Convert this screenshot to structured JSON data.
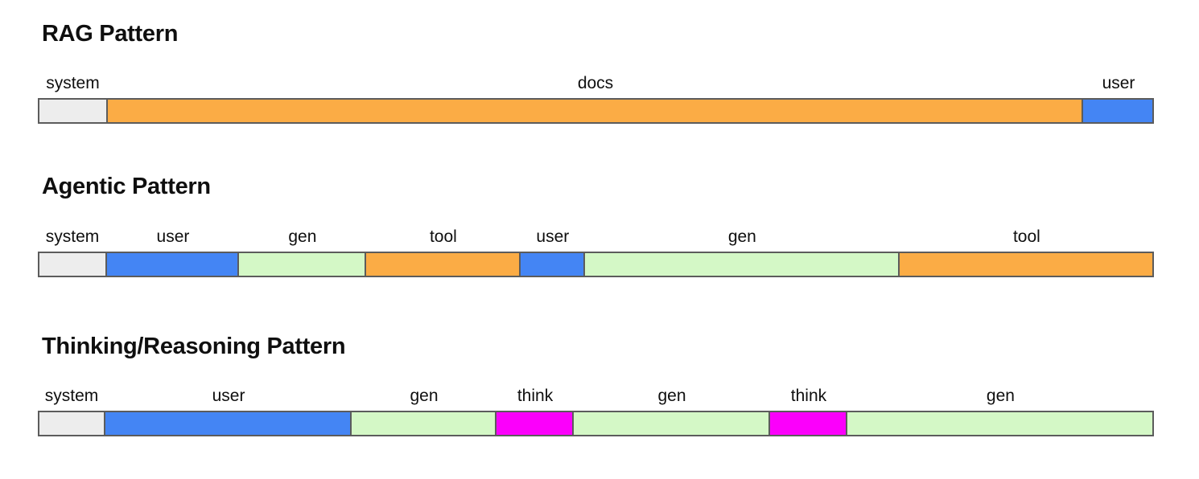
{
  "page": {
    "background": "#ffffff",
    "text_color": "#0f0f0f"
  },
  "colors": {
    "system": "#EDEDED",
    "user": "#4485F4",
    "gen": "#D4F8C6",
    "tool": "#FBAC45",
    "docs": "#FBAC45",
    "think": "#FB00FB",
    "border": "#5C5C5C"
  },
  "patterns": [
    {
      "title": "RAG Pattern",
      "segments": [
        {
          "label": "system",
          "type": "system",
          "width_pct": 6.27
        },
        {
          "label": "docs",
          "type": "docs",
          "width_pct": 87.39
        },
        {
          "label": "user",
          "type": "user",
          "width_pct": 6.34
        }
      ]
    },
    {
      "title": "Agentic Pattern",
      "segments": [
        {
          "label": "system",
          "type": "system",
          "width_pct": 6.2
        },
        {
          "label": "user",
          "type": "user",
          "width_pct": 11.82
        },
        {
          "label": "gen",
          "type": "gen",
          "width_pct": 11.39
        },
        {
          "label": "tool",
          "type": "tool",
          "width_pct": 13.84
        },
        {
          "label": "user",
          "type": "user",
          "width_pct": 5.77
        },
        {
          "label": "gen",
          "type": "gen",
          "width_pct": 28.19
        },
        {
          "label": "tool",
          "type": "tool",
          "width_pct": 22.79
        }
      ]
    },
    {
      "title": "Thinking/Reasoning Pattern",
      "segments": [
        {
          "label": "system",
          "type": "system",
          "width_pct": 6.06
        },
        {
          "label": "user",
          "type": "user",
          "width_pct": 22.06
        },
        {
          "label": "gen",
          "type": "gen",
          "width_pct": 12.98
        },
        {
          "label": "think",
          "type": "think",
          "width_pct": 6.92
        },
        {
          "label": "gen",
          "type": "gen",
          "width_pct": 17.59
        },
        {
          "label": "think",
          "type": "think",
          "width_pct": 6.92
        },
        {
          "label": "gen",
          "type": "gen",
          "width_pct": 27.47
        }
      ]
    }
  ]
}
